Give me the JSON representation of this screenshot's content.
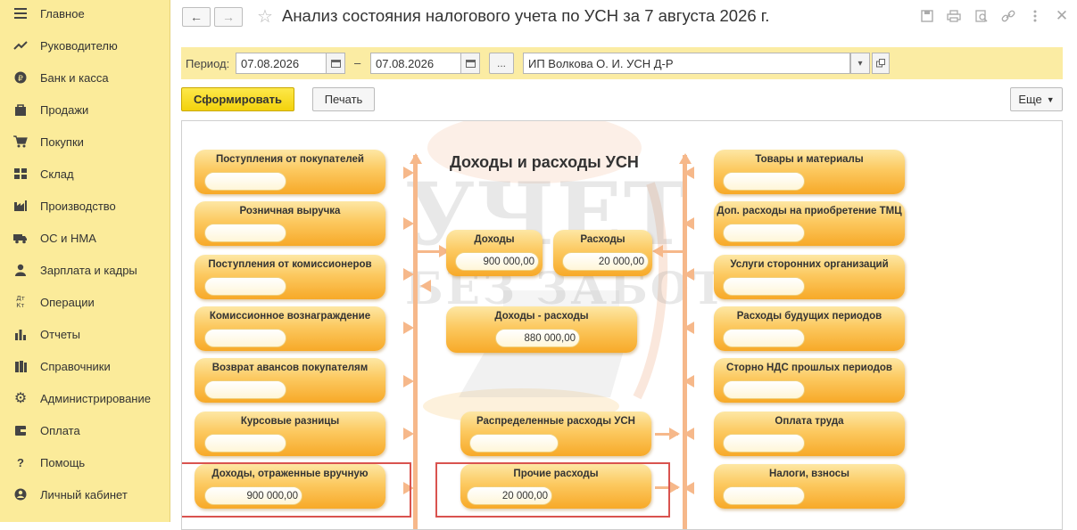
{
  "sidebar": {
    "items": [
      {
        "label": "Главное",
        "icon": "menu-icon"
      },
      {
        "label": "Руководителю",
        "icon": "trend-icon"
      },
      {
        "label": "Банк и касса",
        "icon": "ruble-coin-icon"
      },
      {
        "label": "Продажи",
        "icon": "bag-icon"
      },
      {
        "label": "Покупки",
        "icon": "cart-icon"
      },
      {
        "label": "Склад",
        "icon": "warehouse-icon"
      },
      {
        "label": "Производство",
        "icon": "factory-icon"
      },
      {
        "label": "ОС и НМА",
        "icon": "truck-icon"
      },
      {
        "label": "Зарплата и кадры",
        "icon": "person-icon"
      },
      {
        "label": "Операции",
        "icon": "dt-kt-icon"
      },
      {
        "label": "Отчеты",
        "icon": "bar-chart-icon"
      },
      {
        "label": "Справочники",
        "icon": "books-icon"
      },
      {
        "label": "Администрирование",
        "icon": "gear-icon"
      },
      {
        "label": "Оплата",
        "icon": "wallet-icon"
      },
      {
        "label": "Помощь",
        "icon": "question-icon"
      },
      {
        "label": "Личный кабинет",
        "icon": "account-icon"
      }
    ]
  },
  "header": {
    "back": "←",
    "forward": "→",
    "star": "☆",
    "title": "Анализ состояния налогового учета по УСН за 7 августа 2026 г."
  },
  "period": {
    "label": "Период:",
    "from": "07.08.2026",
    "dash": "–",
    "to": "07.08.2026",
    "more": "...",
    "org": "ИП Волкова О. И. УСН Д-Р"
  },
  "buttons": {
    "generate": "Сформировать",
    "print": "Печать",
    "more": "Еще"
  },
  "report": {
    "title": "Доходы и расходы УСН",
    "watermark1": "УЧЕТ",
    "watermark2": "БЕЗ ЗАБОТ",
    "left": [
      {
        "caption": "Поступления от покупателей",
        "value": ""
      },
      {
        "caption": "Розничная выручка",
        "value": ""
      },
      {
        "caption": "Поступления от комиссионеров",
        "value": ""
      },
      {
        "caption": "Комиссионное вознаграждение",
        "value": ""
      },
      {
        "caption": "Возврат авансов покупателям",
        "value": ""
      },
      {
        "caption": "Курсовые разницы",
        "value": ""
      },
      {
        "caption": "Доходы, отраженные вручную",
        "value": "900 000,00"
      }
    ],
    "right": [
      {
        "caption": "Товары и материалы",
        "value": ""
      },
      {
        "caption": "Доп. расходы на приобретение ТМЦ",
        "value": ""
      },
      {
        "caption": "Услуги сторонних организаций",
        "value": ""
      },
      {
        "caption": "Расходы будущих периодов",
        "value": ""
      },
      {
        "caption": "Сторно НДС прошлых периодов",
        "value": ""
      },
      {
        "caption": "Оплата труда",
        "value": ""
      },
      {
        "caption": "Налоги, взносы",
        "value": ""
      }
    ],
    "income": {
      "caption": "Доходы",
      "value": "900 000,00"
    },
    "expense": {
      "caption": "Расходы",
      "value": "20 000,00"
    },
    "diff": {
      "caption": "Доходы - расходы",
      "value": "880 000,00"
    },
    "distributed": {
      "caption": "Распределенные расходы УСН",
      "value": ""
    },
    "other": {
      "caption": "Прочие расходы",
      "value": "20 000,00"
    }
  }
}
